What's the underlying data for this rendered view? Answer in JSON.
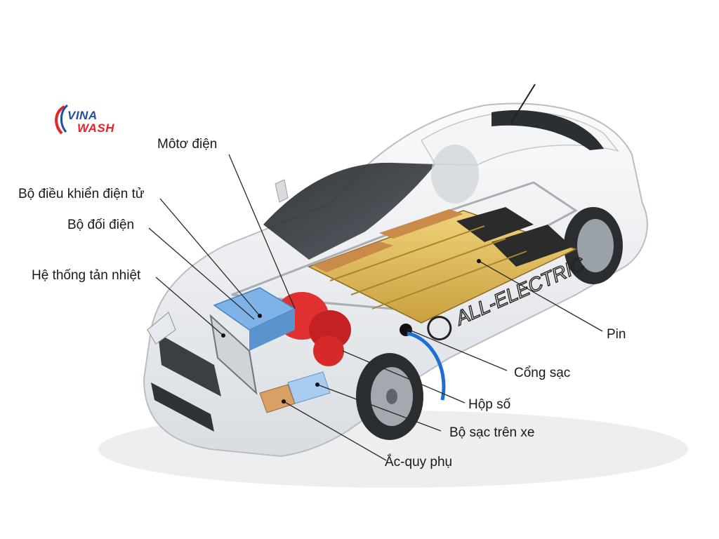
{
  "logo": {
    "line1": "VINA",
    "line2": "WASH",
    "colors": {
      "primary": "#1f4fa0",
      "accent": "#e8242b"
    }
  },
  "car_text": "ALL-ELECTRIC",
  "labels": {
    "motor": "Môtơ điện",
    "controller": "Bộ điều khiển điện tử",
    "inverter": "Bộ đối điện",
    "cooling": "Hệ thống tản nhiệt",
    "battery": "Pin",
    "charge_port": "Cổng sạc",
    "gearbox": "Hộp số",
    "onboard_charger": "Bộ sạc trên xe",
    "aux_battery": "Ắc-quy phụ"
  },
  "colors": {
    "battery_gold": "#d9b24a",
    "battery_copper": "#c98a4a",
    "motor_red": "#e03030",
    "inverter_blue": "#7fb2e6",
    "car_body": "#eef0f2"
  }
}
